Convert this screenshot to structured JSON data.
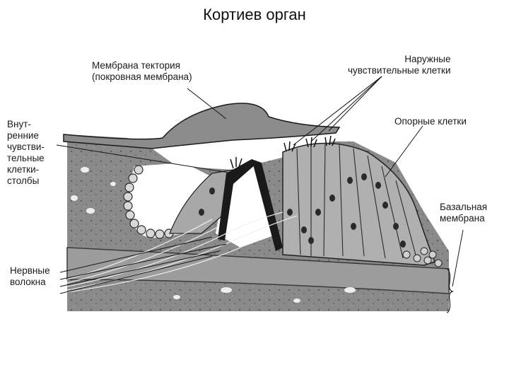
{
  "title": "Кортиев орган",
  "labels": {
    "tectorial_membrane": "Мембрана тектория\n(покровная мембрана)",
    "outer_hair_cells": "Наружные\nчувствительные клетки",
    "inner_hair_cells": "Внут-\nренние\nчувстви-\nтельные\nклетки-\nстолбы",
    "supporting_cells": "Опорные клетки",
    "basilar_membrane": "Базальная\nмембрана",
    "nerve_fibers": "Нервные\nволокна"
  },
  "colors": {
    "tissue_dark": "#6f6f6f",
    "tissue_mid": "#9a9a9a",
    "tissue_light": "#bdbdbd",
    "lines": "#141414"
  }
}
